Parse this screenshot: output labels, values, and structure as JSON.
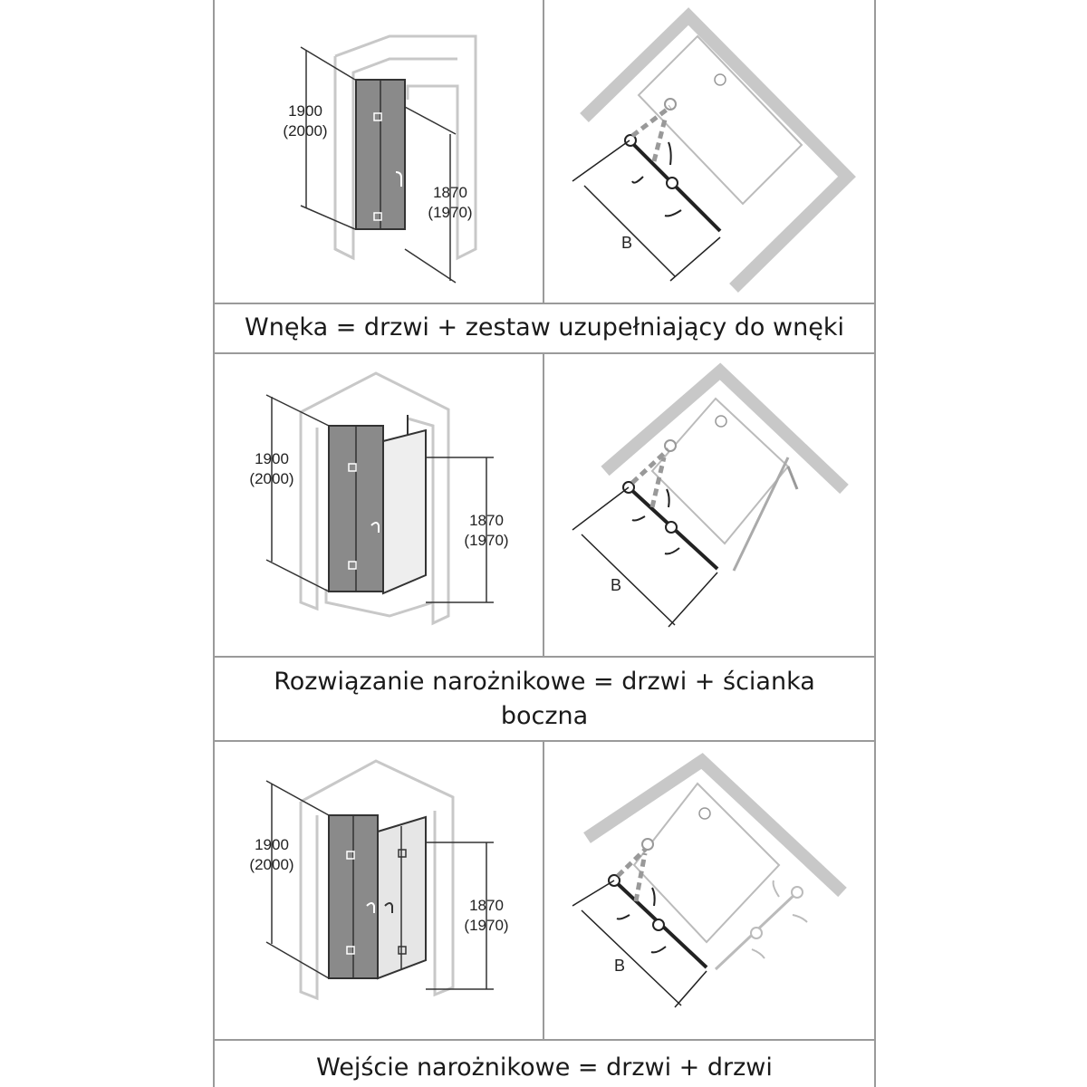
{
  "rows": [
    {
      "caption": "Wnęka = drzwi + zestaw uzupełniający do wnęki",
      "height_total": "1900",
      "height_total_alt": "(2000)",
      "height_glass": "1870",
      "height_glass_alt": "(1970)",
      "width_label": "B"
    },
    {
      "caption_line1": "Rozwiązanie narożnikowe = drzwi + ścianka",
      "caption_line2": "boczna",
      "height_total": "1900",
      "height_total_alt": "(2000)",
      "height_glass": "1870",
      "height_glass_alt": "(1970)",
      "width_label": "B"
    },
    {
      "caption": "Wejście narożnikowe = drzwi + drzwi",
      "height_total": "1900",
      "height_total_alt": "(2000)",
      "height_glass": "1870",
      "height_glass_alt": "(1970)",
      "width_label": "B"
    }
  ],
  "colors": {
    "grid_line": "#9a9a9a",
    "wall_gray": "#c8c8c8",
    "door_glass": "#8a8a8a",
    "line_dark": "#222222"
  }
}
